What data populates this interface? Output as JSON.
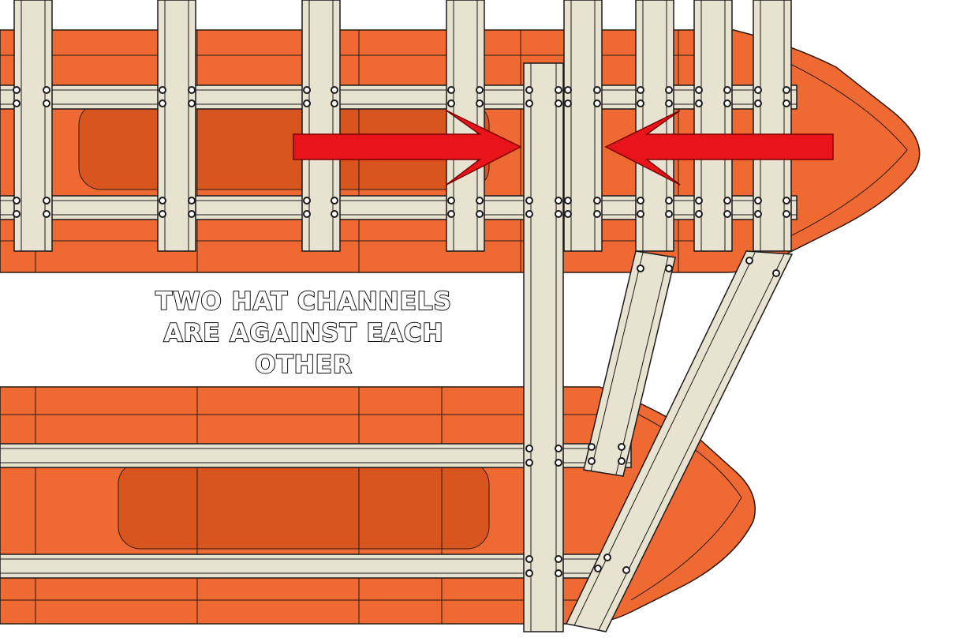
{
  "callout": {
    "lines": [
      "TWO HAT CHANNELS",
      "ARE AGAINST EACH",
      "OTHER"
    ]
  },
  "colors": {
    "pontoon": "#ee6a32",
    "pontoon_shade": "#d9551f",
    "pontoon_outline": "#2a1a12",
    "hat_channel": "#e8e2d0",
    "hat_channel_outline": "#1a1a1a",
    "bolt": "#1a1a1a",
    "arrow": "#e8141a"
  },
  "icons": [
    "arrow-right-icon",
    "arrow-left-icon"
  ]
}
